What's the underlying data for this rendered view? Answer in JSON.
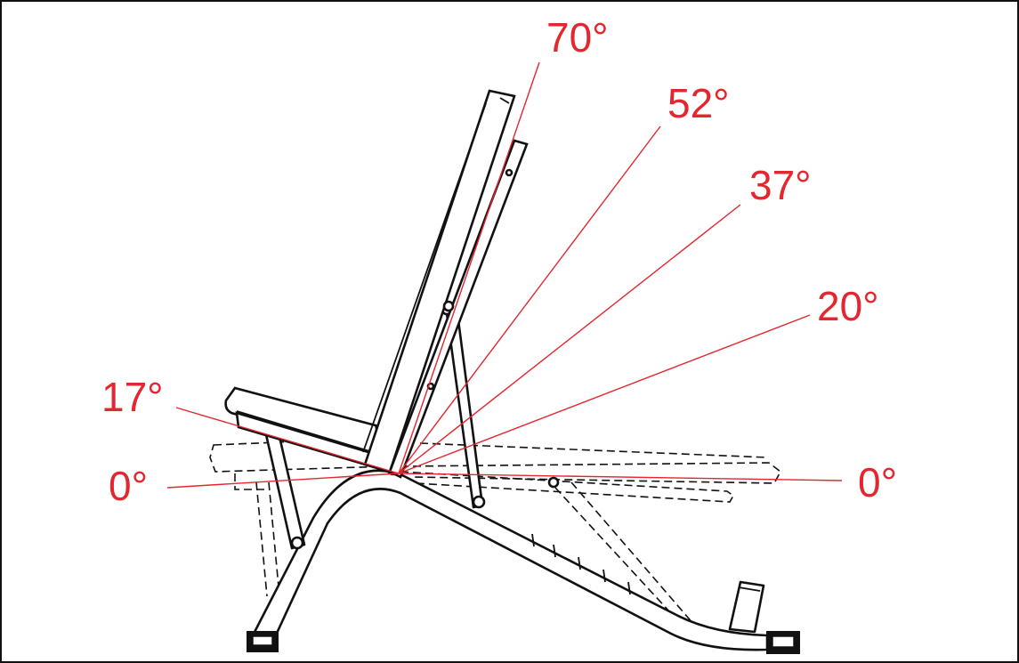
{
  "diagram": {
    "line_color": "#e3262f",
    "outline_color": "#111111",
    "backrest_angles": [
      {
        "id": "back-70",
        "label": "70°",
        "degrees": 70
      },
      {
        "id": "back-52",
        "label": "52°",
        "degrees": 52
      },
      {
        "id": "back-37",
        "label": "37°",
        "degrees": 37
      },
      {
        "id": "back-20",
        "label": "20°",
        "degrees": 20
      },
      {
        "id": "back-0",
        "label": "0°",
        "degrees": 0
      }
    ],
    "seat_angles": [
      {
        "id": "seat-17",
        "label": "17°",
        "degrees": 17
      },
      {
        "id": "seat-0",
        "label": "0°",
        "degrees": 0
      }
    ]
  }
}
